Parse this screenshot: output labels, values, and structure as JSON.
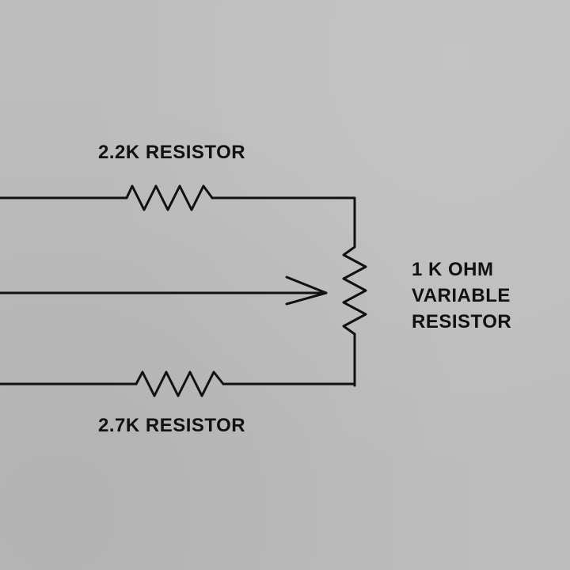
{
  "labels": {
    "top_resistor": "2.2K RESISTOR",
    "bottom_resistor": "2.7K RESISTOR",
    "variable_resistor": [
      "1 K OHM",
      "VARIABLE",
      "RESISTOR"
    ]
  },
  "colors": {
    "paper": "#bdbdbd",
    "ink": "#111111"
  }
}
